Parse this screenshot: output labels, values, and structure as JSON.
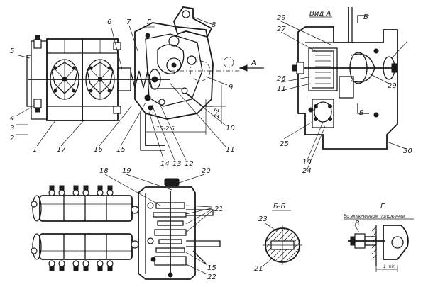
{
  "top_view": {
    "callouts": [
      "1",
      "2",
      "3",
      "4",
      "5",
      "6",
      "7",
      "8",
      "9",
      "10",
      "11",
      "12",
      "13",
      "14",
      "15",
      "16",
      "17"
    ],
    "section_mark_g": "Г",
    "arrow_label": "А",
    "dim_horizontal": "15-2.5",
    "dim_vertical": "2-2"
  },
  "view_a": {
    "title": "Вид А",
    "section_letter": "Б",
    "callouts": [
      "11",
      "19",
      "24",
      "25",
      "26",
      "27",
      "29",
      "30"
    ]
  },
  "bottom_view": {
    "callouts": [
      "15",
      "18",
      "19",
      "20",
      "21",
      "22"
    ]
  },
  "section_bb": {
    "title": "Б-Б",
    "callouts": [
      "21",
      "23"
    ]
  },
  "detail_g": {
    "title": "Г",
    "subtitle": "Во включенном положении",
    "callouts": [
      "8"
    ],
    "dim": "1 min"
  }
}
